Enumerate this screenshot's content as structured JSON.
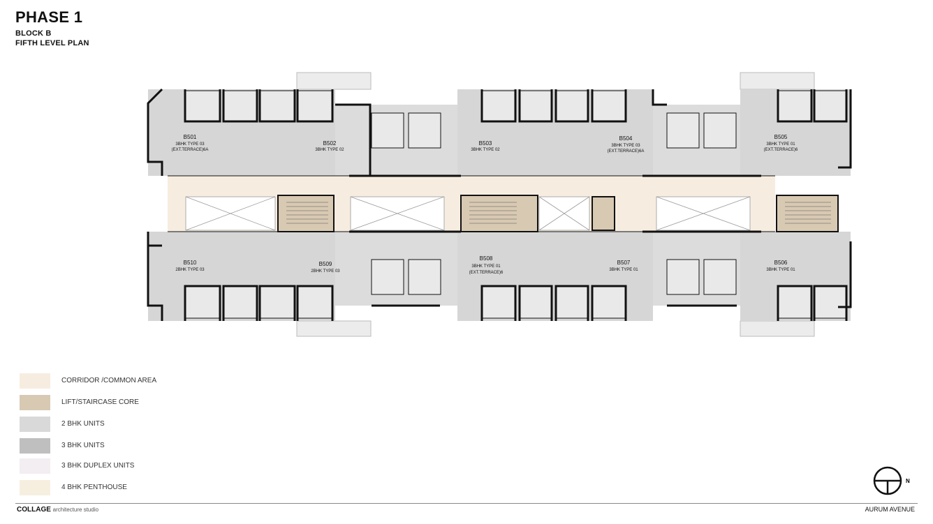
{
  "header": {
    "title": "PHASE 1",
    "block": "BLOCK B",
    "level": "FIFTH LEVEL PLAN"
  },
  "units_top": [
    {
      "id": "B501",
      "type": "3BHK TYPE 03",
      "note": "(EXT.TERRACE)6A"
    },
    {
      "id": "B502",
      "type": "3BHK TYPE 02",
      "note": ""
    },
    {
      "id": "B503",
      "type": "3BHK TYPE 02",
      "note": ""
    },
    {
      "id": "B504",
      "type": "3BHK TYPE 03",
      "note": "(EXT.TERRACE)6A"
    },
    {
      "id": "B505",
      "type": "3BHK TYPE 01",
      "note": "(EXT.TERRACE)6"
    }
  ],
  "units_bottom": [
    {
      "id": "B510",
      "type": "2BHK TYPE 03",
      "note": ""
    },
    {
      "id": "B509",
      "type": "2BHK TYPE 03",
      "note": ""
    },
    {
      "id": "B508",
      "type": "3BHK TYPE 01",
      "note": "(EXT.TERRACE)6"
    },
    {
      "id": "B507",
      "type": "3BHK TYPE 01",
      "note": ""
    },
    {
      "id": "B506",
      "type": "3BHK TYPE 01",
      "note": ""
    }
  ],
  "legend": [
    {
      "label": "CORRIDOR /COMMON AREA",
      "color": "#f6ede0"
    },
    {
      "label": "LIFT/STAIRCASE CORE",
      "color": "#d8c9b3"
    },
    {
      "label": "2 BHK UNITS",
      "color": "#d9d9d9"
    },
    {
      "label": "3 BHK UNITS",
      "color": "#bfbfbf"
    },
    {
      "label": "3 BHK DUPLEX UNITS",
      "color": "#f3eef1"
    },
    {
      "label": "4 BHK PENTHOUSE",
      "color": "#f6efe0"
    }
  ],
  "colors": {
    "wall": "#111111",
    "unit_fill": "#d6d6d6",
    "room_fill": "#e9e9e9",
    "corridor": "#f6ede0",
    "core": "#d8c9b3",
    "terrace": "#ececec"
  },
  "footer": {
    "studio": "COLLAGE",
    "studio_sub": "architecture studio",
    "project": "AURUM AVENUE"
  },
  "north": {
    "label": "N",
    "icon": "north-arrow-icon"
  }
}
